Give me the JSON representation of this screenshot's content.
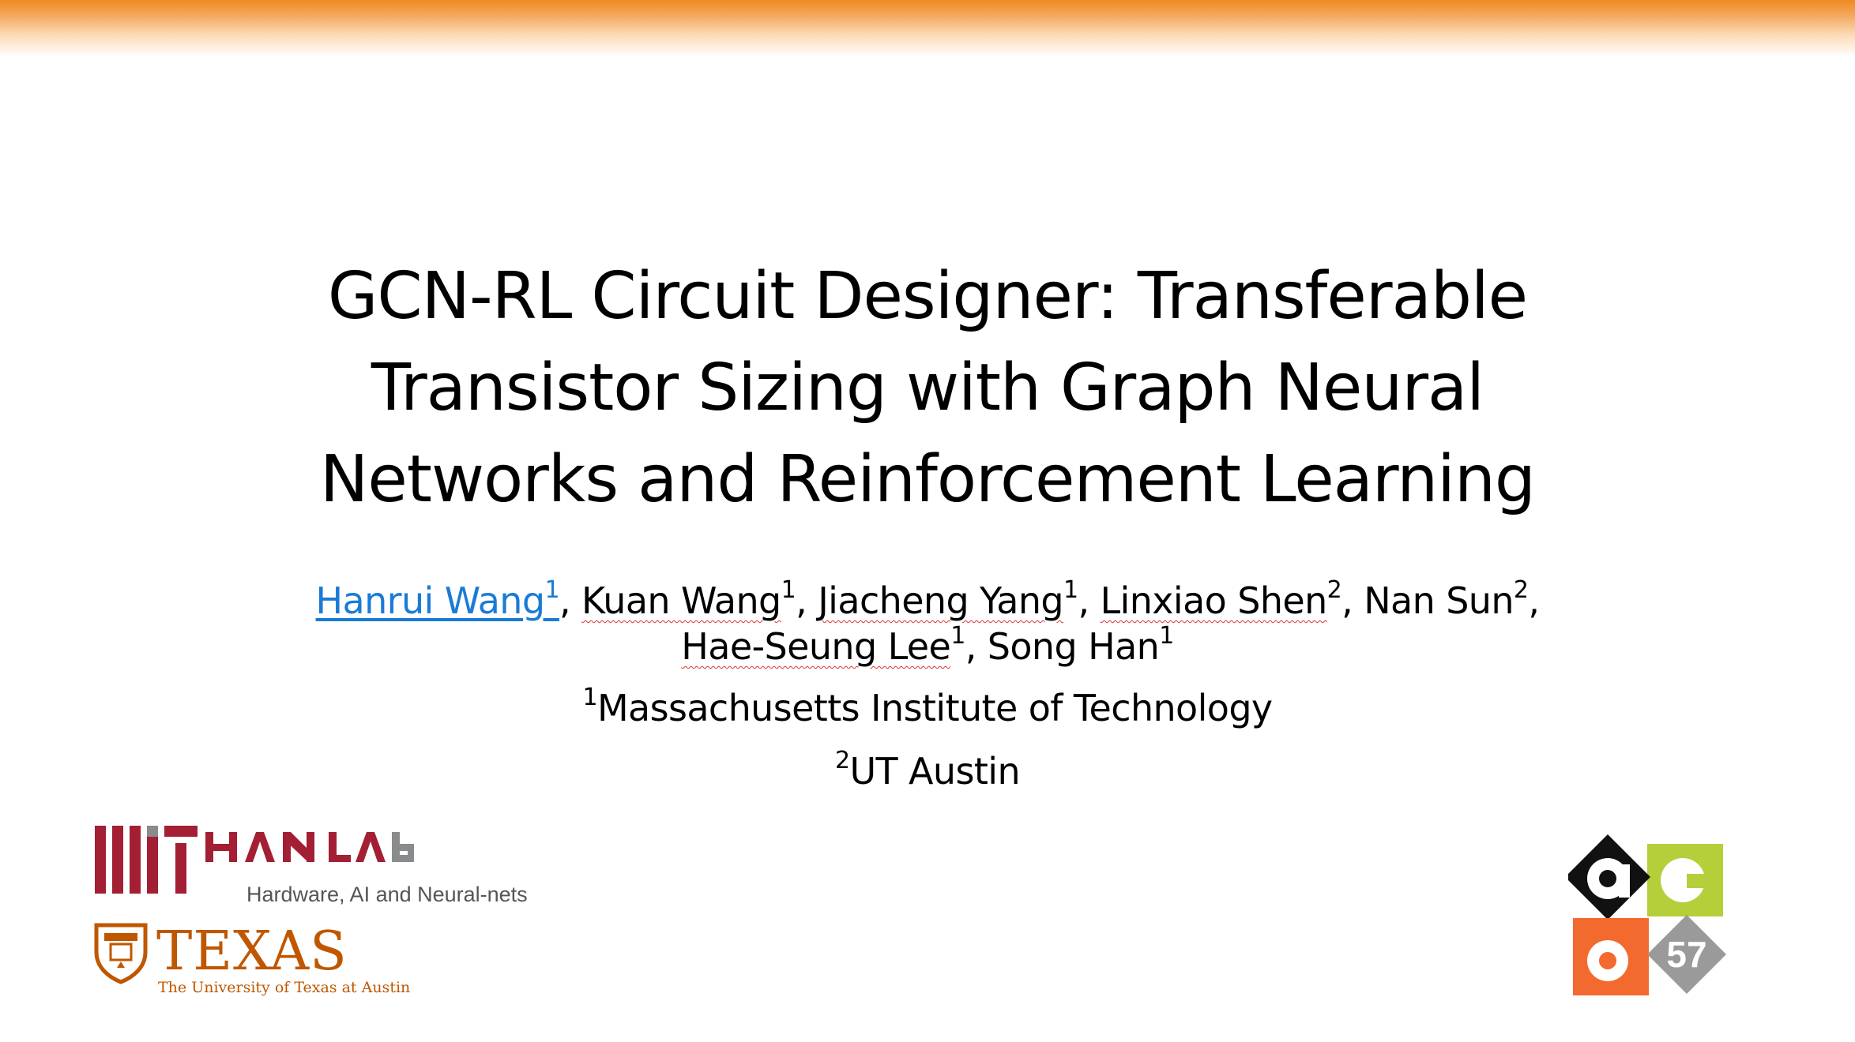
{
  "slide": {
    "title_lines": [
      "GCN-RL Circuit Designer: Transferable",
      "Transistor Sizing with Graph Neural",
      "Networks and Reinforcement Learning"
    ],
    "authors": [
      {
        "name": "Hanrui Wang",
        "sup": "1"
      },
      {
        "name": "Kuan Wang",
        "sup": "1"
      },
      {
        "name": "Jiacheng Yang",
        "sup": "1"
      },
      {
        "name": "Linxiao Shen",
        "sup": "2"
      },
      {
        "name": "Nan Sun",
        "sup": "2"
      },
      {
        "name": "Hae-Seung Lee",
        "sup": "1"
      },
      {
        "name": "Song Han",
        "sup": "1"
      }
    ],
    "affiliations": [
      {
        "sup": "1",
        "name": "Massachusetts Institute of Technology"
      },
      {
        "sup": "2",
        "name": "UT Austin"
      }
    ]
  },
  "logos": {
    "hanlab_tagline": "Hardware, AI and Neural-nets",
    "hanlab_text": "HAN LAB",
    "mit_text": "MIT",
    "texas_word": "TEXAS",
    "texas_sub": "The University of Texas at Austin",
    "dac_number": "57",
    "dac_text": "DAC"
  },
  "colors": {
    "accent_orange": "#ee8a22",
    "link_blue": "#1a7bd6",
    "mit_red": "#a31f34",
    "texas_orange": "#bf5700",
    "dac_green": "#b5cf3a",
    "dac_orange": "#f26a2e",
    "dac_gray": "#9a9a9a"
  }
}
